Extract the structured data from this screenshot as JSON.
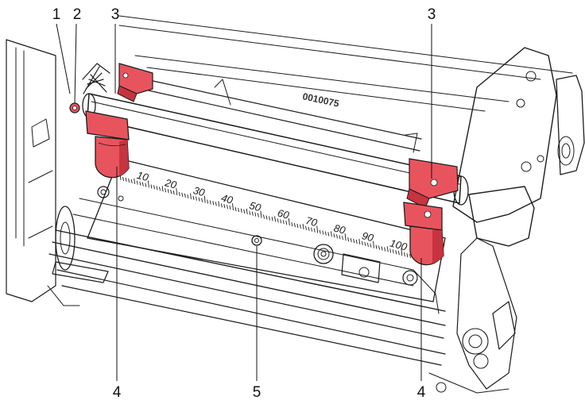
{
  "figure": {
    "callouts": [
      {
        "id": "c1",
        "label": "1"
      },
      {
        "id": "c2",
        "label": "2"
      },
      {
        "id": "c3a",
        "label": "3"
      },
      {
        "id": "c3b",
        "label": "3"
      },
      {
        "id": "c4a",
        "label": "4"
      },
      {
        "id": "c5",
        "label": "5"
      },
      {
        "id": "c4b",
        "label": "4"
      }
    ],
    "scale_labels": [
      "10",
      "20",
      "30",
      "40",
      "50",
      "60",
      "70",
      "80",
      "90",
      "100"
    ],
    "part_number": "0010075",
    "colors": {
      "highlight": "#e8545e",
      "highlight_dark": "#c7333f",
      "line": "#1c1c1c",
      "metal_light": "#f2f2f2",
      "metal_shade": "#d9d9d9"
    }
  }
}
